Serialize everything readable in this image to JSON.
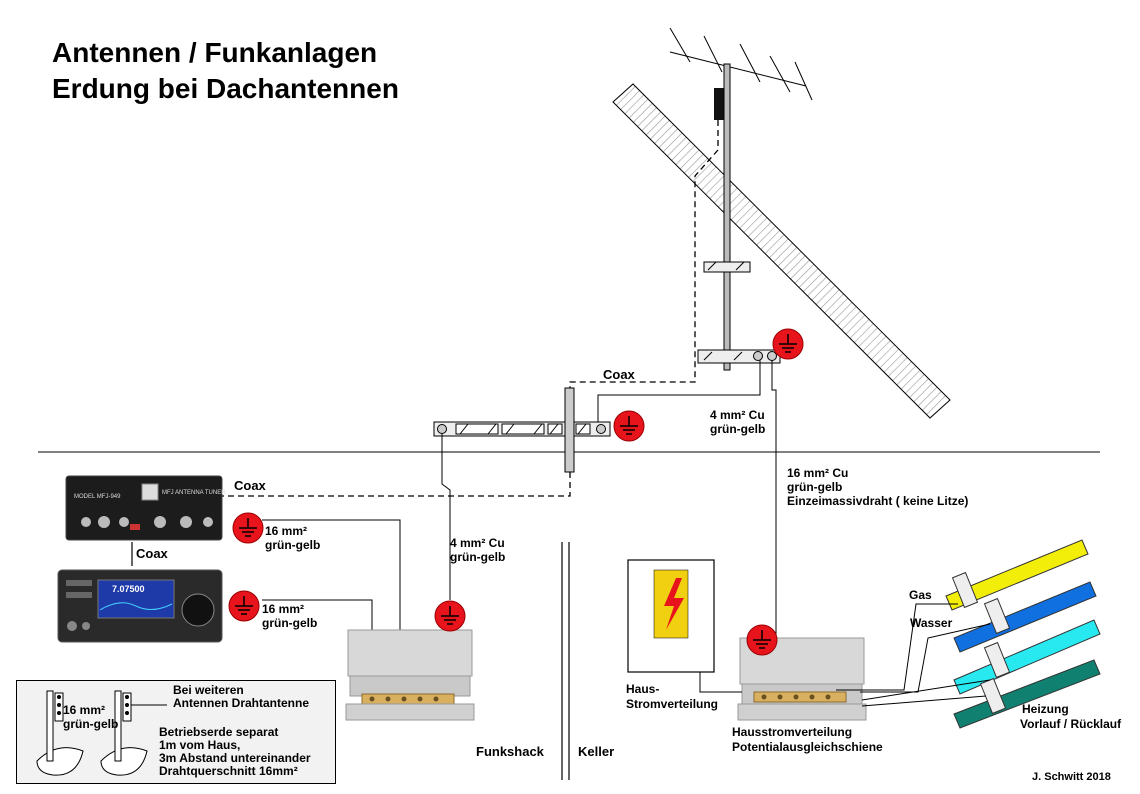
{
  "title": {
    "line1": "Antennen / Funkanlagen",
    "line2": "Erdung bei Dachantennen"
  },
  "labels": {
    "coax_top": "Coax",
    "coax_tuner": "Coax",
    "coax_between": "Coax",
    "cu4_top_1": "4 mm² Cu",
    "cu4_top_2": "grün-gelb",
    "cu16_right_1": "16 mm² Cu",
    "cu16_right_2": "grün-gelb",
    "cu16_right_3": "Einzeimassivdraht ( keine Litze)",
    "cu16_tuner_1": "16 mm²",
    "cu16_tuner_2": "grün-gelb",
    "cu4_mid_1": "4 mm² Cu",
    "cu4_mid_2": "grün-gelb",
    "cu16_radio_1": "16 mm²",
    "cu16_radio_2": "grün-gelb",
    "funkshack": "Funkshack",
    "keller": "Keller",
    "haus_strom_1": "Haus-",
    "haus_strom_2": "Stromverteilung",
    "hauss_pa_1": "Hausstromverteilung",
    "hauss_pa_2": "Potentialausgleichschiene",
    "gas": "Gas",
    "wasser": "Wasser",
    "heizung_1": "Heizung",
    "heizung_2": "Vorlauf / Rücklauf",
    "author": "J. Schwitt 2018"
  },
  "note": {
    "wire_1": "16 mm²",
    "wire_2": "grün-gelb",
    "line1": "Bei weiteren",
    "line2": "Antennen Drahtantenne",
    "line3": "Betriebserde separat",
    "line4": "1m vom Haus,",
    "line5": "3m Abstand untereinander",
    "line6": "Drahtquerschnitt 16mm²"
  },
  "devices": {
    "tuner_model": "MODEL MFJ-949",
    "tuner_name": "MFJ ANTENNA TUNER",
    "radio_display": "7.07500"
  },
  "colors": {
    "ground_symbol": "#e8141c",
    "gas_pipe": "#f2ee0a",
    "water_pipe": "#1070e0",
    "heating_pipe_1": "#28e8f0",
    "heating_pipe_2": "#108070",
    "warning_sign": "#f0d010",
    "lightning": "#e8141c"
  }
}
